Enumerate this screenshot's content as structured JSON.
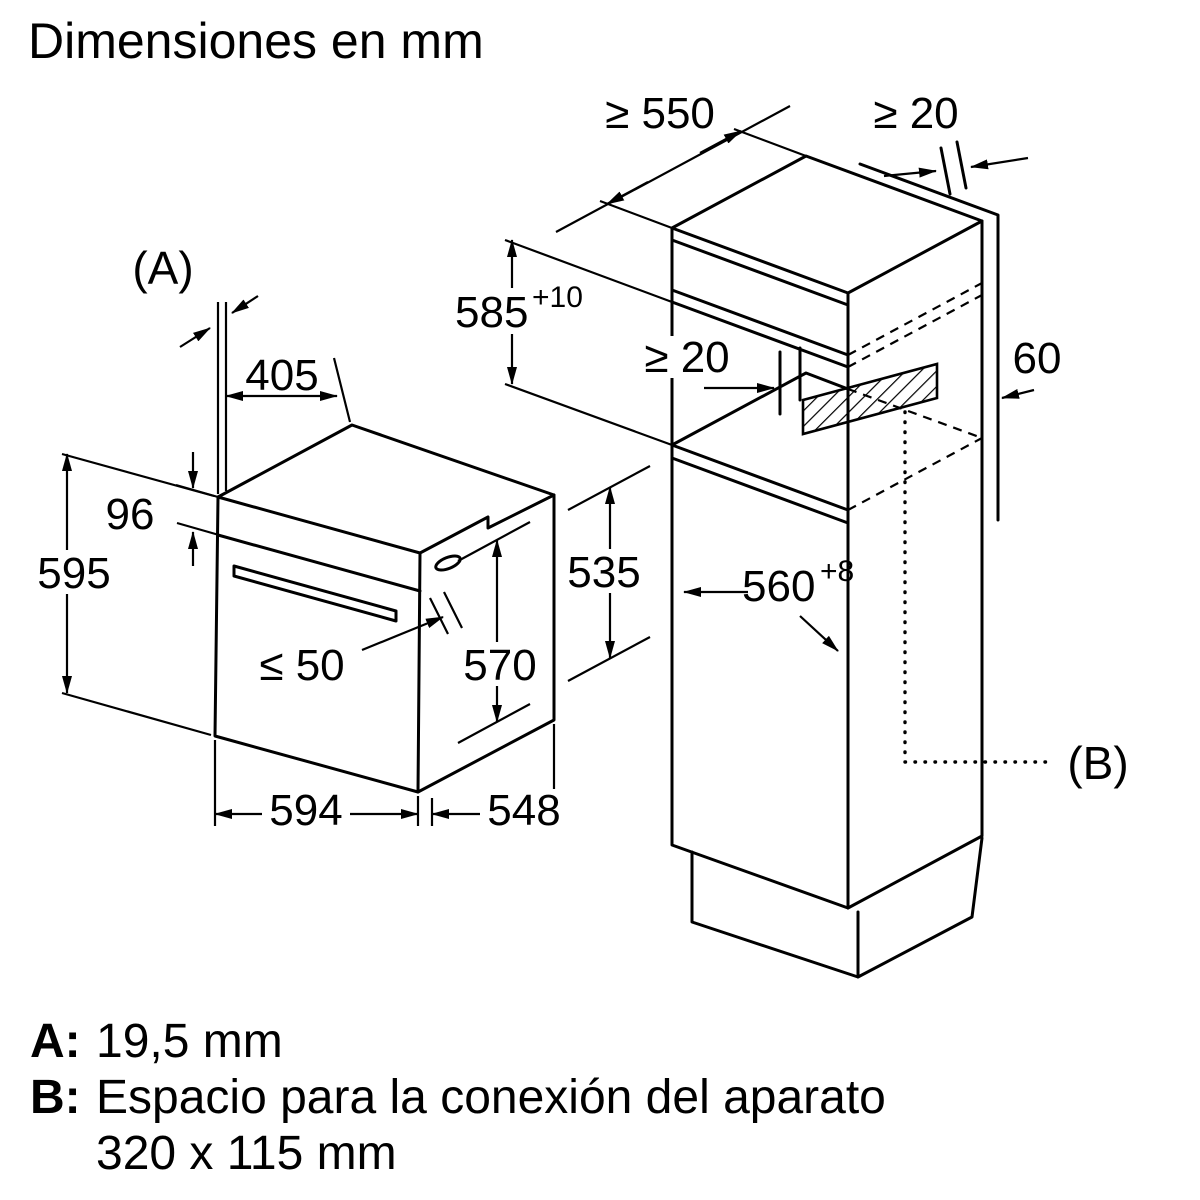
{
  "title": "Dimensiones en mm",
  "colors": {
    "line": "#000000",
    "background": "#ffffff"
  },
  "oven": {
    "label_a": "(A)",
    "dim_top_depth": "405",
    "dim_panel_height": "96",
    "dim_height": "595",
    "dim_handle_clearance": "≤ 50",
    "dim_depth_with_door": "570",
    "dim_rear_height": "535",
    "dim_width": "594",
    "dim_depth": "548"
  },
  "cabinet": {
    "dim_min_depth": "≥ 550",
    "dim_top_gap": "≥ 20",
    "dim_niche_height": "585",
    "dim_niche_height_tolerance": "+10",
    "dim_rear_gap": "≥ 20",
    "dim_wall_clearance": "60",
    "dim_niche_width": "560",
    "dim_niche_width_tolerance": "+8",
    "label_b": "(B)"
  },
  "legend": {
    "a_key": "A:",
    "a_value": "19,5 mm",
    "b_key": "B:",
    "b_value": "Espacio para la conexión del aparato",
    "b_value_line2": "320 x 115 mm"
  }
}
